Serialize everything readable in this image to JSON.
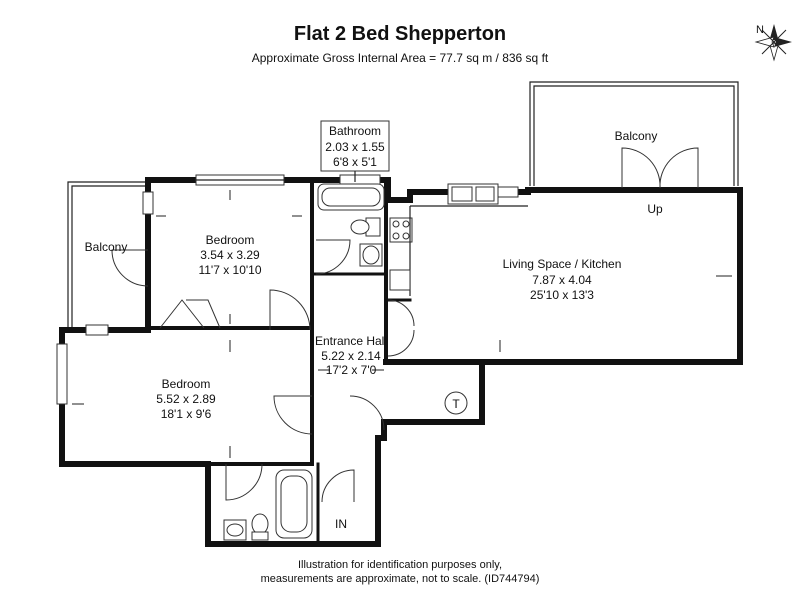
{
  "title": "Flat 2 Bed Shepperton",
  "subtitle": "Approximate Gross Internal Area = 77.7 sq m / 836 sq ft",
  "compass_label": "N",
  "rooms": {
    "bathroom": {
      "name": "Bathroom",
      "metric": "2.03 x 1.55",
      "imperial": "6'8 x 5'1"
    },
    "balcony_right": {
      "name": "Balcony"
    },
    "balcony_left": {
      "name": "Balcony"
    },
    "bedroom_top": {
      "name": "Bedroom",
      "metric": "3.54 x 3.29",
      "imperial": "11'7 x 10'10"
    },
    "living": {
      "name": "Living Space / Kitchen",
      "metric": "7.87 x 4.04",
      "imperial": "25'10 x 13'3"
    },
    "hall": {
      "name": "Entrance Hall",
      "metric": "5.22 x 2.14",
      "imperial": "17'2 x 7'0"
    },
    "bedroom_left": {
      "name": "Bedroom",
      "metric": "5.52 x 2.89",
      "imperial": "18'1 x 9'6"
    }
  },
  "labels": {
    "up": "Up",
    "in": "IN",
    "tank": "T"
  },
  "footer": {
    "line1": "Illustration for identification purposes only,",
    "line2": "measurements are approximate, not to scale. (ID744794)"
  }
}
